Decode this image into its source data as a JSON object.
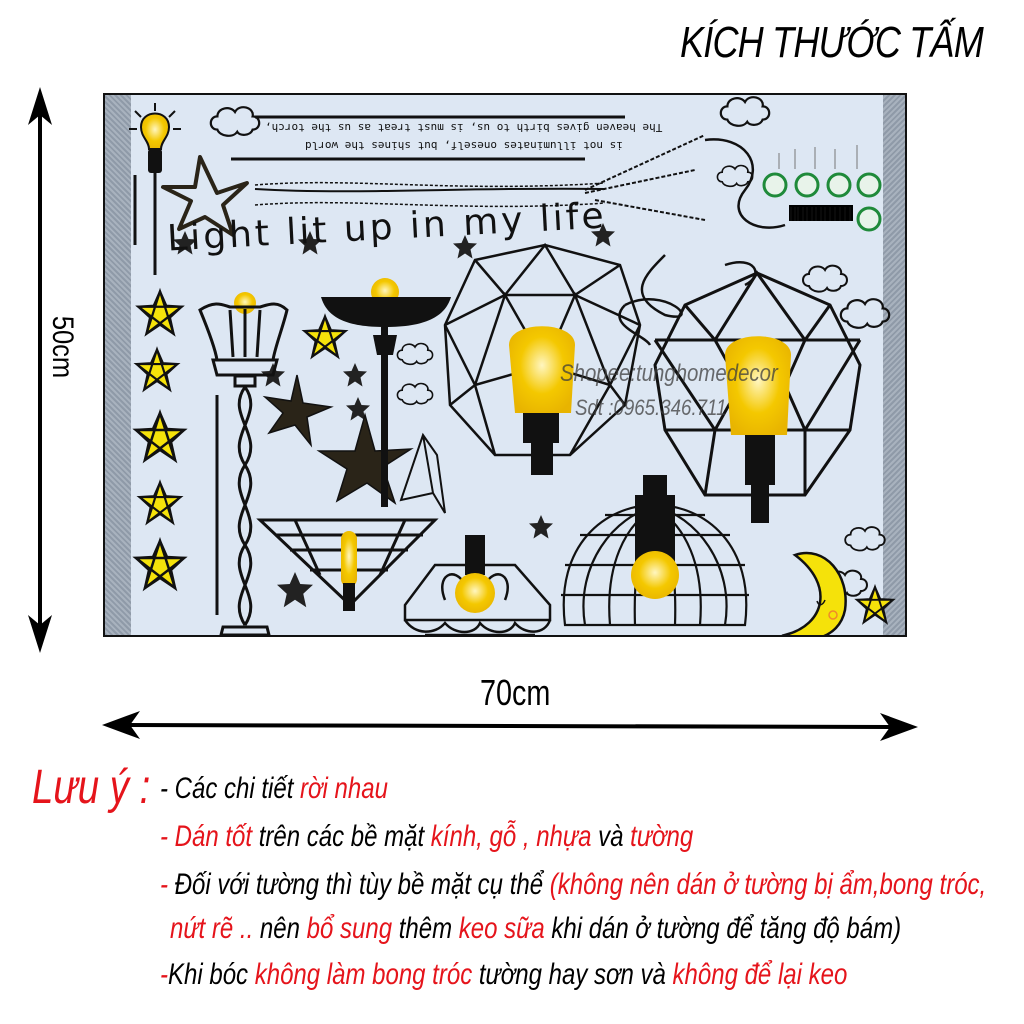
{
  "header": {
    "title": "KÍCH THƯỚC TẤM"
  },
  "dimensions": {
    "height_label": "50cm",
    "width_label": "70cm"
  },
  "sheet": {
    "headline": "Light lit up in my life",
    "quote_line_1": "The heaven gives birth to us,  is must treat as us the torch,",
    "quote_line_2": "is not illuminates oneself, but shines the world",
    "watermark_shop": "Shopee:tunghomedecor",
    "watermark_phone": "Sdt :0965.346.711",
    "colors": {
      "background": "#dde7f3",
      "yellow": "#f5d90a",
      "bulb": "#f2c200",
      "ink": "#111111"
    }
  },
  "notes": {
    "heading": "Lưu ý  :",
    "items": [
      {
        "segments": [
          {
            "t": "- Các chi tiết ",
            "c": "k"
          },
          {
            "t": "rời nhau",
            "c": "r"
          }
        ]
      },
      {
        "segments": [
          {
            "t": "- ",
            "c": "r"
          },
          {
            "t": "Dán tốt",
            "c": "r"
          },
          {
            "t": " trên các bề mặt ",
            "c": "k"
          },
          {
            "t": "kính, gỗ , nhựa",
            "c": "r"
          },
          {
            "t": " và ",
            "c": "k"
          },
          {
            "t": "tường",
            "c": "r"
          }
        ]
      },
      {
        "segments": [
          {
            "t": "- ",
            "c": "r"
          },
          {
            "t": "Đối với tường thì tùy bề mặt cụ thể ",
            "c": "k"
          },
          {
            "t": "(không nên dán ở tường bị ẩm,bong tróc,",
            "c": "r"
          }
        ]
      },
      {
        "segments": [
          {
            "t": "nứt rẽ ..",
            "c": "r"
          },
          {
            "t": " nên ",
            "c": "k"
          },
          {
            "t": "bổ sung",
            "c": "r"
          },
          {
            "t": " thêm ",
            "c": "k"
          },
          {
            "t": "keo sữa",
            "c": "r"
          },
          {
            "t": " khi dán ở tường để tăng độ bám)",
            "c": "k"
          }
        ]
      },
      {
        "segments": [
          {
            "t": "-",
            "c": "r"
          },
          {
            "t": "Khi bóc ",
            "c": "k"
          },
          {
            "t": "không làm bong tróc",
            "c": "r"
          },
          {
            "t": " tường hay sơn và ",
            "c": "k"
          },
          {
            "t": "không để lại keo",
            "c": "r"
          }
        ]
      }
    ],
    "colors": {
      "red": "#e5141b",
      "black": "#000000"
    }
  }
}
